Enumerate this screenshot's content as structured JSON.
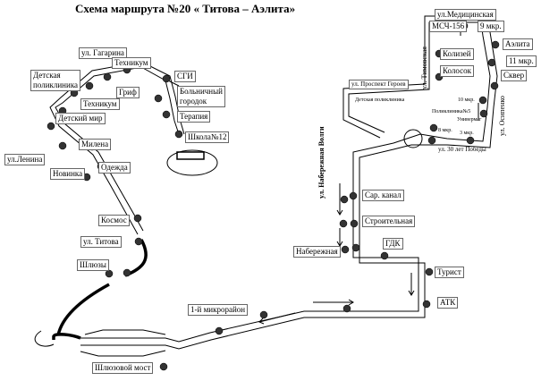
{
  "title": "Схема маршрута №20 «  Титова – Аэлита»",
  "stops": {
    "gagarina": "ул. Гагарина",
    "tekhnikum_top": "Техникум",
    "detskaya": "Детская поликлиника",
    "sgi": "СГИ",
    "grif": "Гриф",
    "tekhnikum_left": "Техникум",
    "bolnichny": "Больничный городок",
    "detsky_mir": "Детский мир",
    "terapiya": "Терапия",
    "shkola12": "Школа№12",
    "milena": "Милена",
    "lenina": "ул.Ленина",
    "odezhda": "Одежда",
    "novinka": "Новинка",
    "kosmos": "Космос",
    "titova": "ул. Титова",
    "shlyuzy": "Шлюзы",
    "shlyuzovoy_most": "Шлюзовой мост",
    "mkr1": "1-й микрорайон",
    "medical": "ул.Медицинская",
    "msch156": "МСЧ-156",
    "mkr9": "9 мкр.",
    "aelita": "Аэлита",
    "koliseum": "Колизей",
    "mkr11": "11 мкр.",
    "kolosok": "Колосок",
    "skver": "Сквер",
    "prospekt_geroev": "ул. Проспект Героев",
    "detskaya_right": "Детская поликлиника",
    "mkr10": "10 мкр.",
    "polyclinic5": "Поликлиника№5",
    "univermag": "Универмаг",
    "mkr8": "8 мкр.",
    "mkr3": "3 мкр.",
    "let30": "ул. 30 лет Победы",
    "sar_kanal": "Сар. канал",
    "stroitelnaya": "Строительная",
    "gdk": "ГДК",
    "naberezhnaya": "Набережная",
    "turist": "Турист",
    "atk": "АТК",
    "tymovskaya": "ул. Тимовская",
    "osipenko": "ул. Осипенко",
    "naberezhnaya_street": "ул. Набережная Волги"
  }
}
